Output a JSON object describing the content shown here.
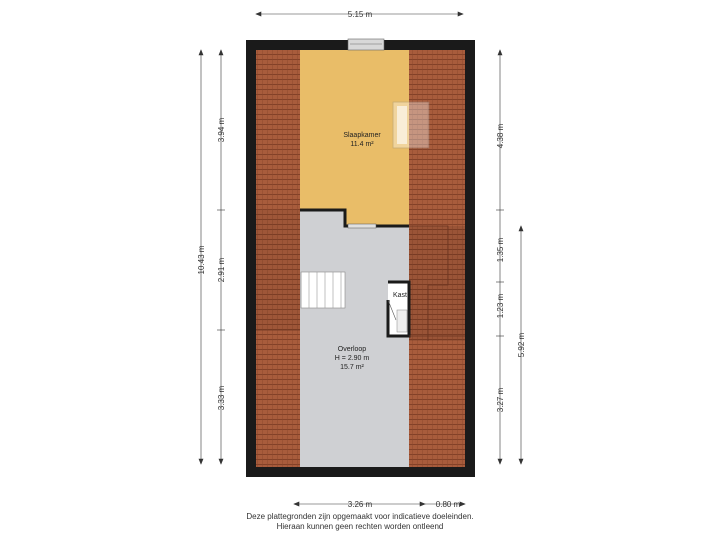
{
  "colors": {
    "roof": "#a85c3c",
    "roof_line": "#7a3a22",
    "bedroom": "#e9bd68",
    "landing": "#cfd0d3",
    "wall": "#1a1a1a",
    "window": "#d8d8d8"
  },
  "rooms": {
    "bedroom": {
      "name": "Slaapkamer",
      "area": "11.4 m²"
    },
    "landing": {
      "name": "Overloop",
      "height": "H = 2.90 m",
      "area": "15.7 m²"
    },
    "closet": {
      "name": "Kast"
    }
  },
  "dimensions": {
    "top_width": "5.15 m",
    "bottom_main": "3.26 m",
    "bottom_small": "0.80 m",
    "left_total": "10.43 m",
    "left_top": "3.94 m",
    "left_mid": "2.91 m",
    "left_bottom": "3.33 m",
    "right_top": "4.38 m",
    "right_a": "1.35 m",
    "right_b": "1.23 m",
    "right_c": "3.27 m",
    "right_outer": "5.92 m"
  },
  "disclaimer": {
    "line1": "Deze plattegronden zijn opgemaakt voor indicatieve doeleinden.",
    "line2": "Hieraan kunnen geen rechten worden ontleend"
  }
}
